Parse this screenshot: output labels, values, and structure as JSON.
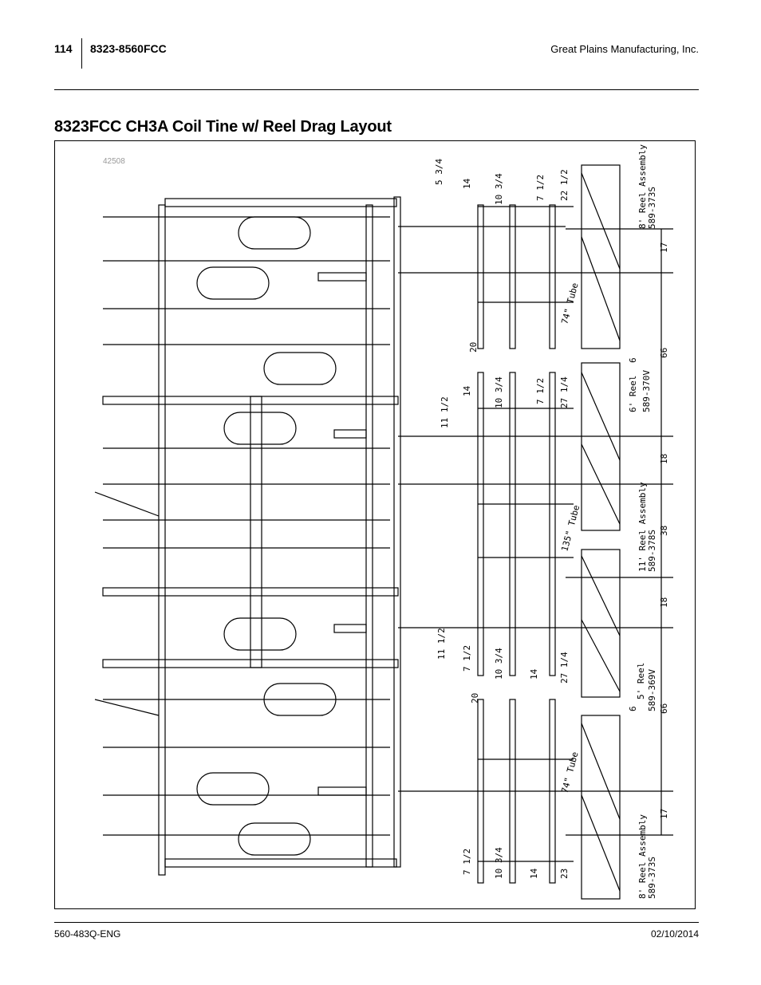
{
  "header": {
    "page_number": "114",
    "model": "8323-8560FCC",
    "company": "Great Plains Manufacturing, Inc."
  },
  "section_title": "8323FCC CH3A Coil Tine w/ Reel Drag Layout",
  "figure": {
    "id": "42508",
    "labels": {
      "reel_8_top": "8' Reel Assembly",
      "reel_8_top_part": "589-373S",
      "reel_6": "6' Reel",
      "reel_6_part": "589-370V",
      "reel_11": "11' Reel Assembly",
      "reel_11_part": "589-378S",
      "reel_5": "5' Reel",
      "reel_5_part": "589-369V",
      "reel_8_bottom": "8' Reel Assembly",
      "reel_8_bottom_part": "589-373S",
      "tube_74_top": "74\" Tube",
      "tube_135": "135\" Tube",
      "tube_74_bottom": "74\" Tube"
    },
    "dimensions": {
      "right_col": [
        "17",
        "66",
        "6",
        "18",
        "38",
        "18",
        "6",
        "66",
        "17"
      ],
      "col_a": [
        "14",
        "20",
        "14",
        "11 1/2",
        "11 1/2",
        "20",
        "14"
      ],
      "col_b": [
        "5 3/4",
        "10 3/4",
        "10 3/4",
        "10 3/4",
        "10 3/4"
      ],
      "col_c": [
        "7 1/2",
        "7 1/2",
        "7 1/2",
        "7 1/2",
        "14"
      ],
      "col_d": [
        "22 1/2",
        "27 1/4",
        "27 1/4",
        "23"
      ]
    }
  },
  "footer": {
    "doc_number": "560-483Q-ENG",
    "date": "02/10/2014"
  }
}
